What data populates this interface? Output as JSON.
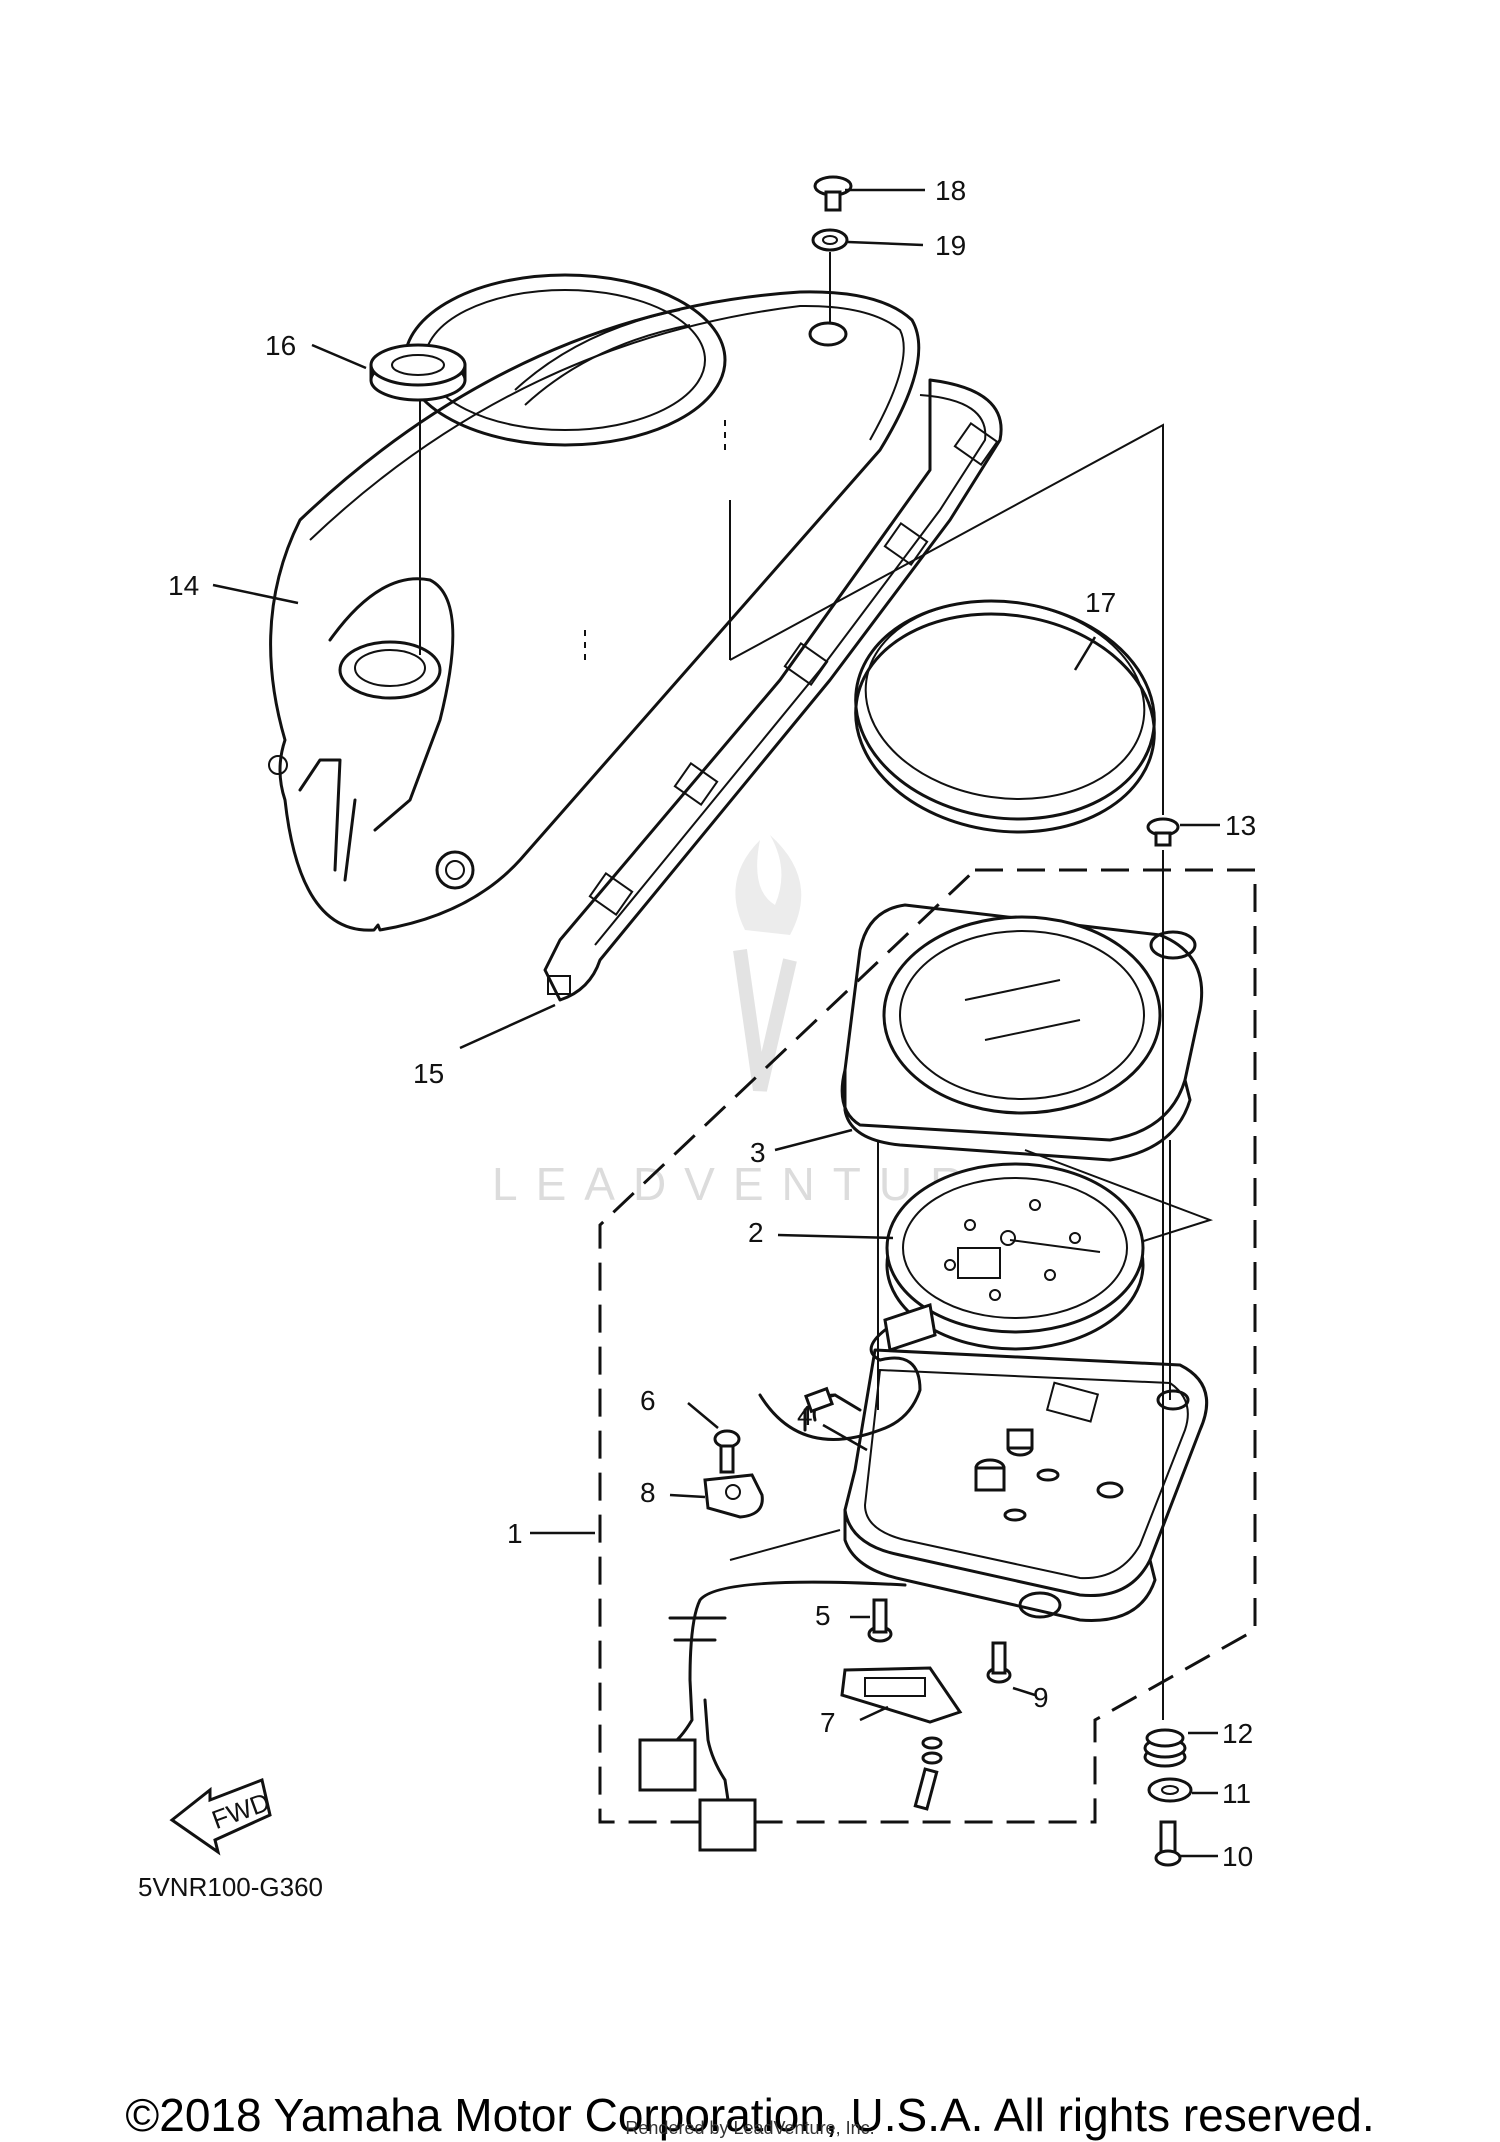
{
  "watermark": {
    "text": "LEADVENTURE"
  },
  "diagram_code": "5VNR100-G360",
  "fwd_label": "FWD",
  "callouts": [
    "1",
    "2",
    "3",
    "4",
    "5",
    "6",
    "7",
    "8",
    "9",
    "10",
    "11",
    "12",
    "13",
    "14",
    "15",
    "16",
    "17",
    "18",
    "19"
  ],
  "footer": {
    "copyright": "©2018 Yamaha Motor Corporation, U.S.A. All rights reserved.",
    "rendered_by": "Rendered by LeadVenture, Inc."
  }
}
